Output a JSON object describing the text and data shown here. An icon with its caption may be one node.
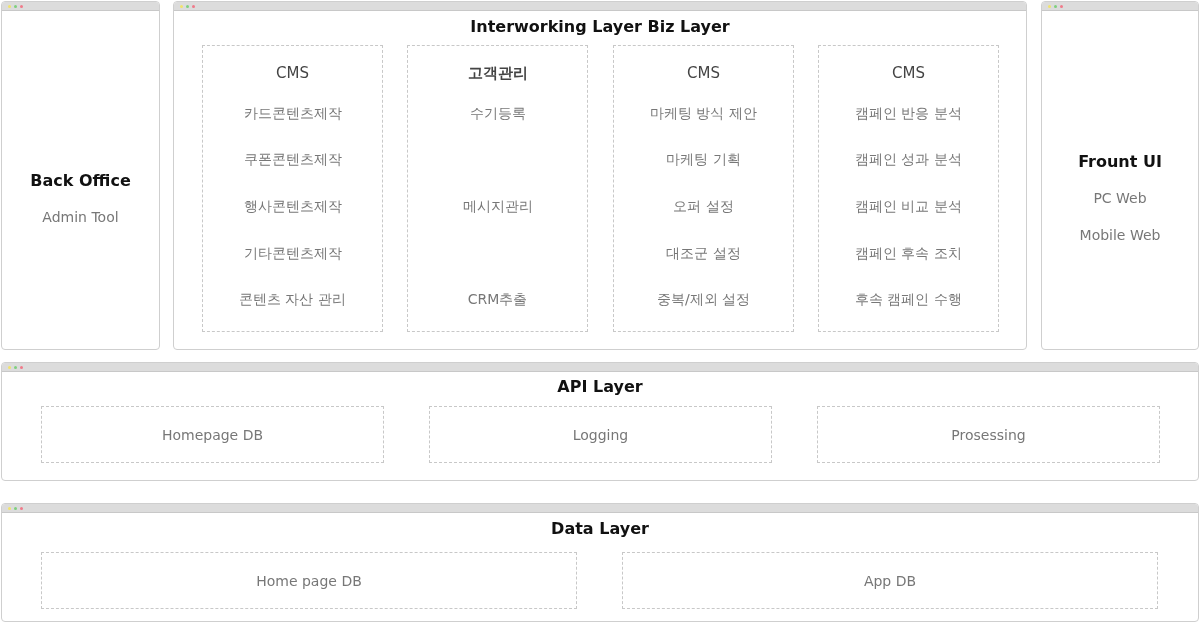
{
  "diagram": {
    "nodes": [
      {
        "text": [
          "Back Office",
          "Admin Tool"
        ]
      },
      {
        "text": [
          "Interworking Layer Biz Layer"
        ]
      },
      {
        "text": [
          "CMS",
          "카드콘텐츠제작",
          "쿠폰콘텐츠제작",
          "행사콘텐츠제작",
          "기타콘텐츠제작",
          "콘텐츠 자산 관리"
        ],
        "in": 1
      },
      {
        "text": [
          "고객관리",
          "수기등록",
          "메시지관리",
          "CRM추출"
        ],
        "in": 1
      },
      {
        "text": [
          "CMS",
          "마케팅 방식 제안",
          "마케팅 기획",
          "오퍼 설정",
          "대조군 설정",
          "중복/제외 설정"
        ],
        "in": 1
      },
      {
        "text": [
          "CMS",
          "캠페인 반응 분석",
          "캠페인 성과 분석",
          "캠페인 비교 분석",
          "캠페인 후속 조치",
          "후속 캠페인 수행"
        ],
        "in": 1
      },
      {
        "text": [
          "Frount UI",
          "PC Web",
          "Mobile Web"
        ]
      },
      {
        "text": [
          "API Layer"
        ]
      },
      {
        "text": [
          "Homepage DB"
        ],
        "in": 7
      },
      {
        "text": [
          "Logging"
        ],
        "in": 7
      },
      {
        "text": [
          "Prosessing"
        ],
        "in": 7
      },
      {
        "text": [
          "Data Layer"
        ]
      },
      {
        "text": [
          "Home page DB"
        ],
        "in": 11
      },
      {
        "text": [
          "App DB"
        ],
        "in": 11
      }
    ]
  }
}
